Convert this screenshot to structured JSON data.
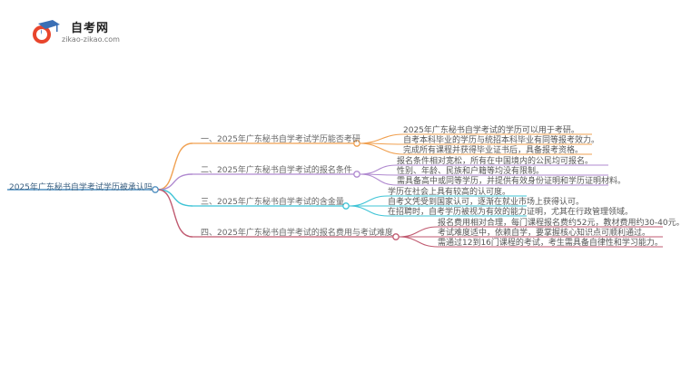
{
  "logo": {
    "name": "自考网",
    "url": "zikao-zikao.com",
    "icon": "graduation-cap-icon"
  },
  "root": {
    "label": "2025年广东秘书自学考试学历被承认吗"
  },
  "colors": {
    "root": "#4f8fc0",
    "b1": "#f0a050",
    "b2": "#b08ad0",
    "b3": "#3fc4d6",
    "b4": "#c05a70"
  },
  "branches": [
    {
      "label": "一、2025年广东秘书自学考试学历能否考研",
      "leaves": [
        "2025年广东秘书自学考试的学历可以用于考研。",
        "自考本科毕业的学历与统招本科毕业有同等报考效力。",
        "完成所有课程并获得毕业证书后，具备报考资格。"
      ]
    },
    {
      "label": "二、2025年广东秘书自学考试的报名条件",
      "leaves": [
        "报名条件相对宽松，所有在中国境内的公民均可报名。",
        "性别、年龄、民族和户籍等均没有限制。",
        "需具备高中或同等学历，并提供有效身份证明和学历证明材料。"
      ]
    },
    {
      "label": "三、2025年广东秘书自学考试的含金量",
      "leaves": [
        "学历在社会上具有较高的认可度。",
        "自考文凭受到国家认可，逐渐在就业市场上获得认可。",
        "在招聘时，自考学历被视为有效的能力证明，尤其在行政管理领域。"
      ]
    },
    {
      "label": "四、2025年广东秘书自学考试的报名费用与考试难度",
      "leaves": [
        "报名费用相对合理，每门课程报名费约52元，教材费用约30-40元。",
        "考试难度适中，依赖自学，要掌握核心知识点可顺利通过。",
        "需通过12到16门课程的考试，考生需具备自律性和学习能力。"
      ]
    }
  ]
}
